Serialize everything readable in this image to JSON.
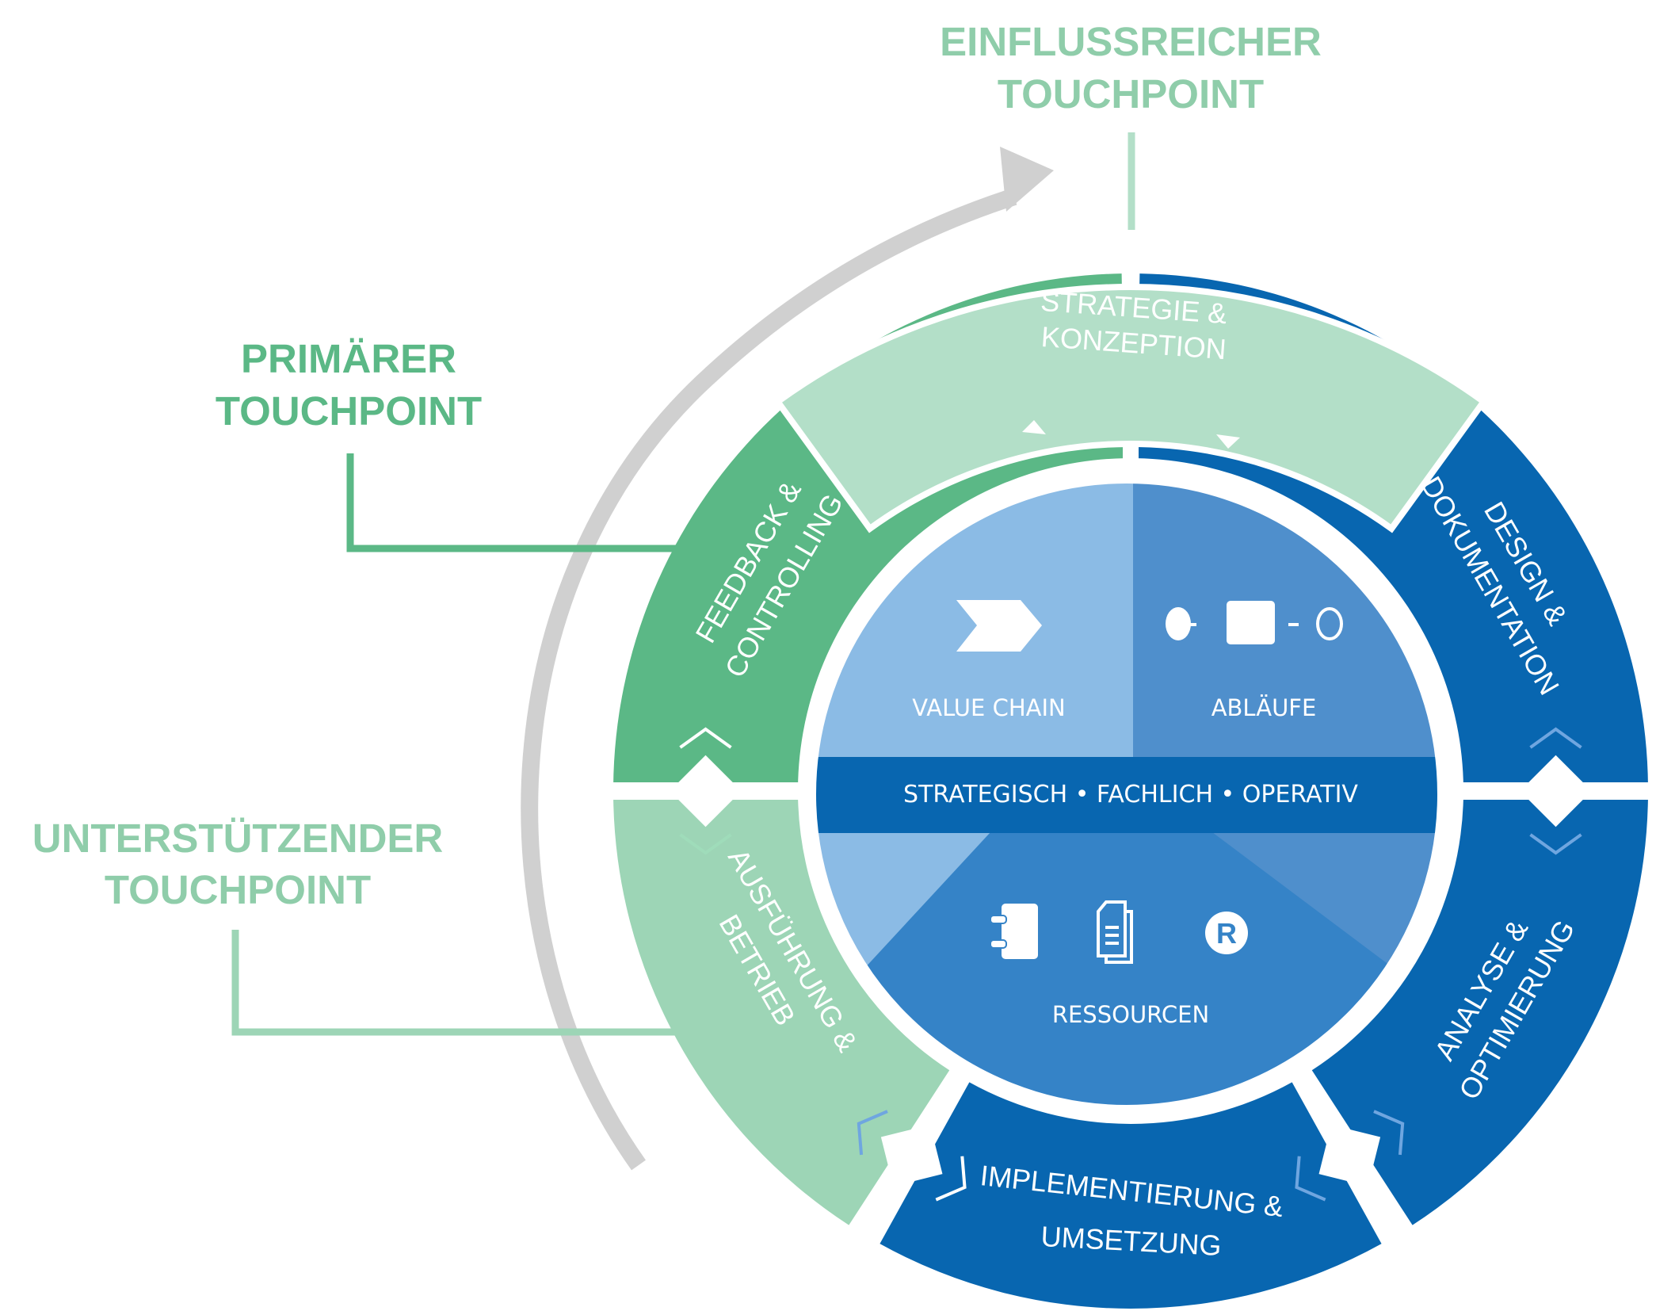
{
  "callouts": {
    "influential": {
      "line1": "EINFLUSSREICHER",
      "line2": "TOUCHPOINT",
      "color": "#8fcdaa"
    },
    "primary": {
      "line1": "PRIMÄRER",
      "line2": "TOUCHPOINT",
      "color": "#5bb886"
    },
    "supporting": {
      "line1": "UNTERSTÜTZENDER",
      "line2": "TOUCHPOINT",
      "color": "#8fcdaa"
    }
  },
  "cycle_arrow": {
    "icon": "curved-arrow-icon",
    "color": "#d0d0d0"
  },
  "segments": {
    "strategy": {
      "line1": "STRATEGIE &",
      "line2": "KONZEPTION",
      "color": "#b3dfc8"
    },
    "design": {
      "line1": "DESIGN &",
      "line2": "DOKUMENTATION",
      "color": "#0866b0"
    },
    "analysis": {
      "line1": "ANALYSE &",
      "line2": "OPTIMIERUNG",
      "color": "#0866b0"
    },
    "implementation": {
      "line1": "IMPLEMENTIERUNG &",
      "line2": "UMSETZUNG",
      "color": "#0866b0"
    },
    "execution": {
      "line1": "AUSFÜHRUNG &",
      "line2": "BETRIEB",
      "color": "#9dd5b6"
    },
    "feedback": {
      "line1": "FEEDBACK &",
      "line2": "CONTROLLING",
      "color": "#5bb886"
    }
  },
  "core": {
    "value_chain": {
      "label": "VALUE CHAIN",
      "icon": "chevron-arrow-icon",
      "color": "#8bbbe5"
    },
    "processes": {
      "label": "ABLÄUFE",
      "icon": "process-flow-icon",
      "color": "#4f8fcc"
    },
    "band": {
      "label": "STRATEGISCH • FACHLICH • OPERATIV",
      "color": "#0866b0"
    },
    "resources": {
      "label": "RESSOURCEN",
      "icons": [
        "notebook-icon",
        "documents-icon",
        "registered-icon"
      ],
      "color": "#3583c7"
    }
  }
}
